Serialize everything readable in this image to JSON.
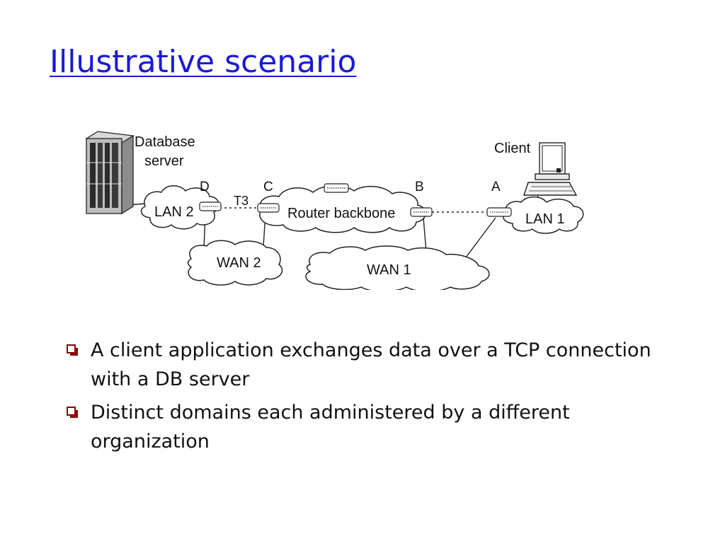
{
  "slide": {
    "title": "Illustrative scenario"
  },
  "diagram": {
    "labels": {
      "database_server_line1": "Database",
      "database_server_line2": "server",
      "client": "Client",
      "router_d": "D",
      "router_c": "C",
      "router_b": "B",
      "router_a": "A",
      "t3_link": "T3",
      "lan2": "LAN 2",
      "lan1": "LAN 1",
      "router_backbone": "Router backbone",
      "wan2": "WAN 2",
      "wan1": "WAN 1"
    }
  },
  "bullets": [
    {
      "text": "A client application exchanges data over a TCP connection with a DB server"
    },
    {
      "text": "Distinct domains each administered by a different organization"
    }
  ],
  "colors": {
    "title": "#1a1ad6",
    "bullet_marker": "#8b0000",
    "text": "#111111"
  }
}
